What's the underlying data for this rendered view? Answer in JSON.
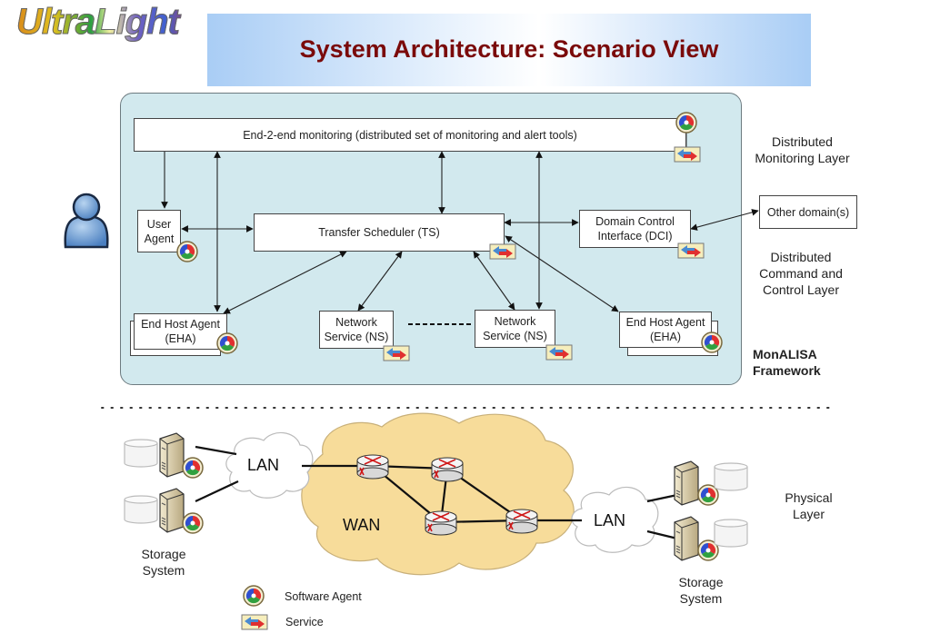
{
  "header": {
    "logo_text": "UltraLight",
    "title": "System Architecture: Scenario View",
    "title_color": "#7a0a0a"
  },
  "framework": {
    "monitoring_box": "End-2-end monitoring (distributed set of monitoring and alert tools)",
    "user_agent": "User Agent",
    "transfer_scheduler": "Transfer Scheduler (TS)",
    "domain_control": "Domain Control Interface (DCI)",
    "other_domains": "Other domain(s)",
    "eha_left": "End Host Agent (EHA)",
    "eha_right": "End Host Agent (EHA)",
    "ns_left": "Network Service (NS)",
    "ns_right": "Network Service (NS)",
    "panel_color": "#d2e9ee"
  },
  "layer_labels": {
    "monitoring": "Distributed Monitoring Layer",
    "command": "Distributed Command and Control Layer",
    "framework": "MonALISA Framework",
    "physical": "Physical Layer"
  },
  "physical": {
    "lan_left": "LAN",
    "lan_right": "LAN",
    "wan": "WAN",
    "storage_left": "Storage System",
    "storage_right": "Storage System",
    "wan_color": "#f7dc9a"
  },
  "legend": {
    "items": [
      {
        "icon": "software-agent-icon",
        "label": "Software Agent"
      },
      {
        "icon": "service-icon",
        "label": "Service"
      }
    ]
  }
}
